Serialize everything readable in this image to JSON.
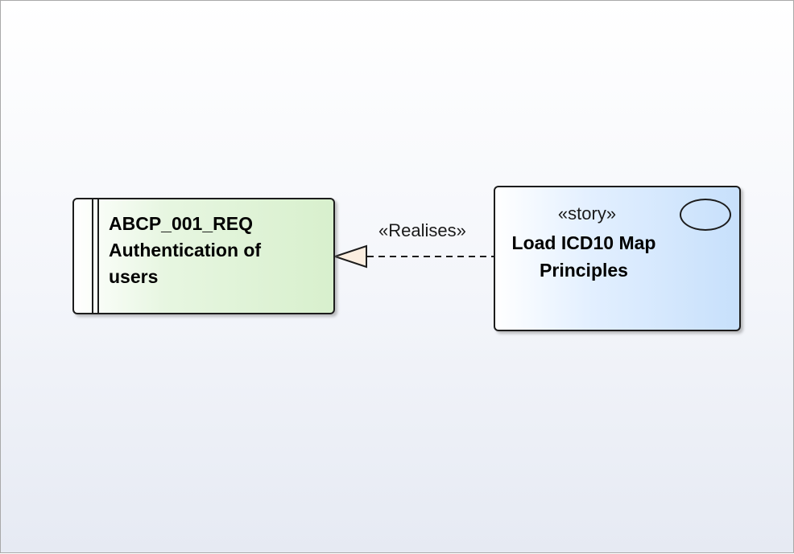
{
  "requirement": {
    "title_lines": [
      "ABCP_001_REQ",
      "Authentication of",
      "users"
    ]
  },
  "story": {
    "stereotype": "«story»",
    "name_lines": [
      "Load ICD10 Map",
      "Principles"
    ],
    "icon": "ellipse-icon"
  },
  "connector": {
    "label": "«Realises»",
    "style": "dashed",
    "arrowhead": "hollow-triangle",
    "arrowhead_fill": "#fbeee0"
  },
  "colors": {
    "requirement_fill": "#d8f0cd",
    "story_fill": "#c7e0fb",
    "border": "#1c1c1c"
  }
}
